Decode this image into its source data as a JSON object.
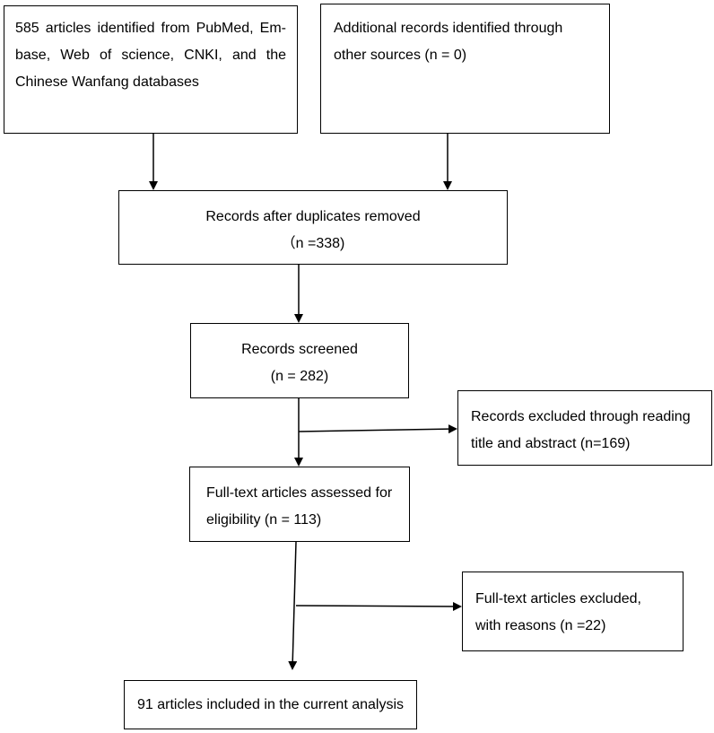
{
  "flow": {
    "sources_db": {
      "lines": [
        "585 articles identified from PubMed, Em-",
        "base, Web of science, CNKI, and the",
        "Chinese Wanfang databases"
      ]
    },
    "sources_other": {
      "lines": [
        "Additional records identified through",
        "other sources (n = 0)"
      ]
    },
    "after_duplicates": {
      "lines": [
        "Records after duplicates removed",
        "（n =338)"
      ]
    },
    "screened": {
      "lines": [
        "Records screened",
        "(n = 282)"
      ]
    },
    "excluded_title_abstract": {
      "lines": [
        "Records excluded through reading",
        "title and abstract (n=169)"
      ]
    },
    "fulltext_assessed": {
      "lines": [
        "Full-text articles assessed for",
        "eligibility (n = 113)"
      ]
    },
    "fulltext_excluded": {
      "lines": [
        "Full-text articles excluded,",
        "with reasons (n =22)"
      ]
    },
    "included": {
      "lines": [
        "91 articles included in the current analysis"
      ]
    }
  }
}
